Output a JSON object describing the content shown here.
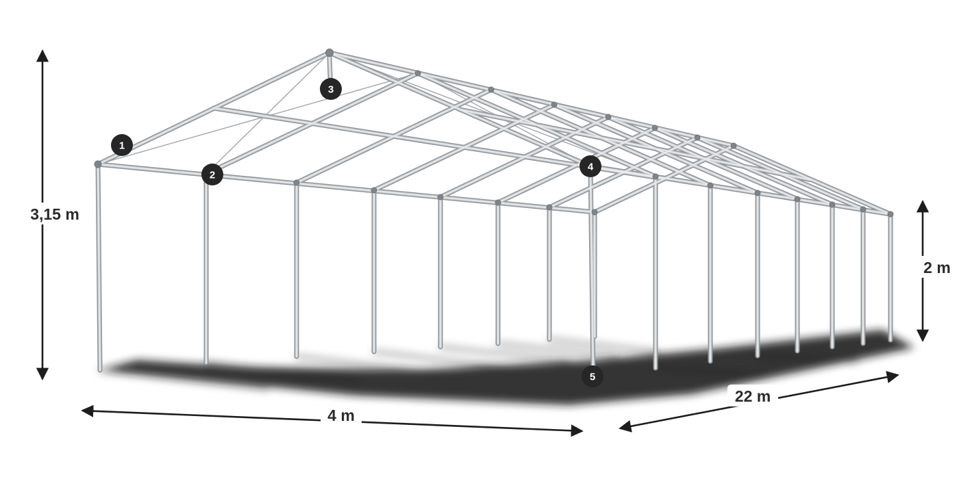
{
  "diagram": {
    "dimensions": {
      "total_height": "3,15 m",
      "side_height": "2 m",
      "width": "4 m",
      "length": "22 m"
    },
    "markers": [
      "1",
      "2",
      "3",
      "4",
      "5"
    ],
    "colors": {
      "frame_tube": "#c7cacc",
      "frame_tube_outline": "#8e9398",
      "marker_background": "#262626",
      "marker_text": "#ffffff",
      "dimension_arrow": "#1d1d1d",
      "dimension_text": "#2b2b2b",
      "shadow": "#151515",
      "background": "#ffffff"
    }
  }
}
